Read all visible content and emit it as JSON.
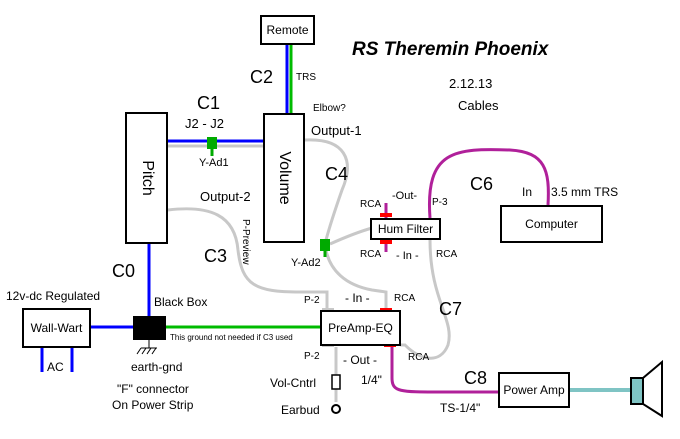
{
  "header": {
    "title": "RS Theremin Phoenix",
    "date": "2.12.13",
    "subtitle": "Cables"
  },
  "boxes": {
    "remote": "Remote",
    "pitch": "Pitch",
    "volume": "Volume",
    "hum_filter": "Hum Filter",
    "computer": "Computer",
    "preamp": "PreAmp-EQ",
    "wall_wart": "Wall-Wart",
    "power_amp": "Power Amp"
  },
  "cables": {
    "c0": "C0",
    "c1": "C1",
    "c2": "C2",
    "c3": "C3",
    "c4": "C4",
    "c6": "C6",
    "c7": "C7",
    "c8": "C8"
  },
  "labels": {
    "j2_j2": "J2 - J2",
    "y_ad1": "Y-Ad1",
    "y_ad2": "Y-Ad2",
    "trs": "TRS",
    "elbow": "Elbow?",
    "output_1": "Output-1",
    "output_2": "Output-2",
    "p_preview": "P-Preview",
    "rca_hum_top": "RCA",
    "out_hum": "-Out-",
    "p3": "P-3",
    "rca_hum_bottom": "RCA",
    "in_hum": "- In -",
    "rca_hum_right": "RCA",
    "in_computer": "In",
    "trs_35": "3.5 mm TRS",
    "p2_preamp_top": "P-2",
    "in_preamp": "- In -",
    "rca_preamp_top": "RCA",
    "p2_preamp_bottom": "P-2",
    "out_preamp": "- Out -",
    "rca_preamp_bottom": "RCA",
    "quarter_inch": "1/4\"",
    "ts_quarter": "TS-1/4\"",
    "vol_cntrl": "Vol-Cntrl",
    "earbud": "Earbud",
    "regulated": "12v-dc Regulated",
    "ac": "AC",
    "black_box": "Black Box",
    "earth_gnd": "earth-gnd",
    "f_connector": "\"F\" connector",
    "on_power_strip": "On Power Strip",
    "ground_note": "This ground not needed if  C3 used"
  },
  "colors": {
    "blue_cable": "#0000ff",
    "green_cable": "#00bb00",
    "gray_cable": "#c8c8c8",
    "magenta_cable": "#b0209a",
    "red_jack": "#ff0000",
    "teal_cable": "#7fc4c4",
    "adapter_green": "#00aa00"
  }
}
